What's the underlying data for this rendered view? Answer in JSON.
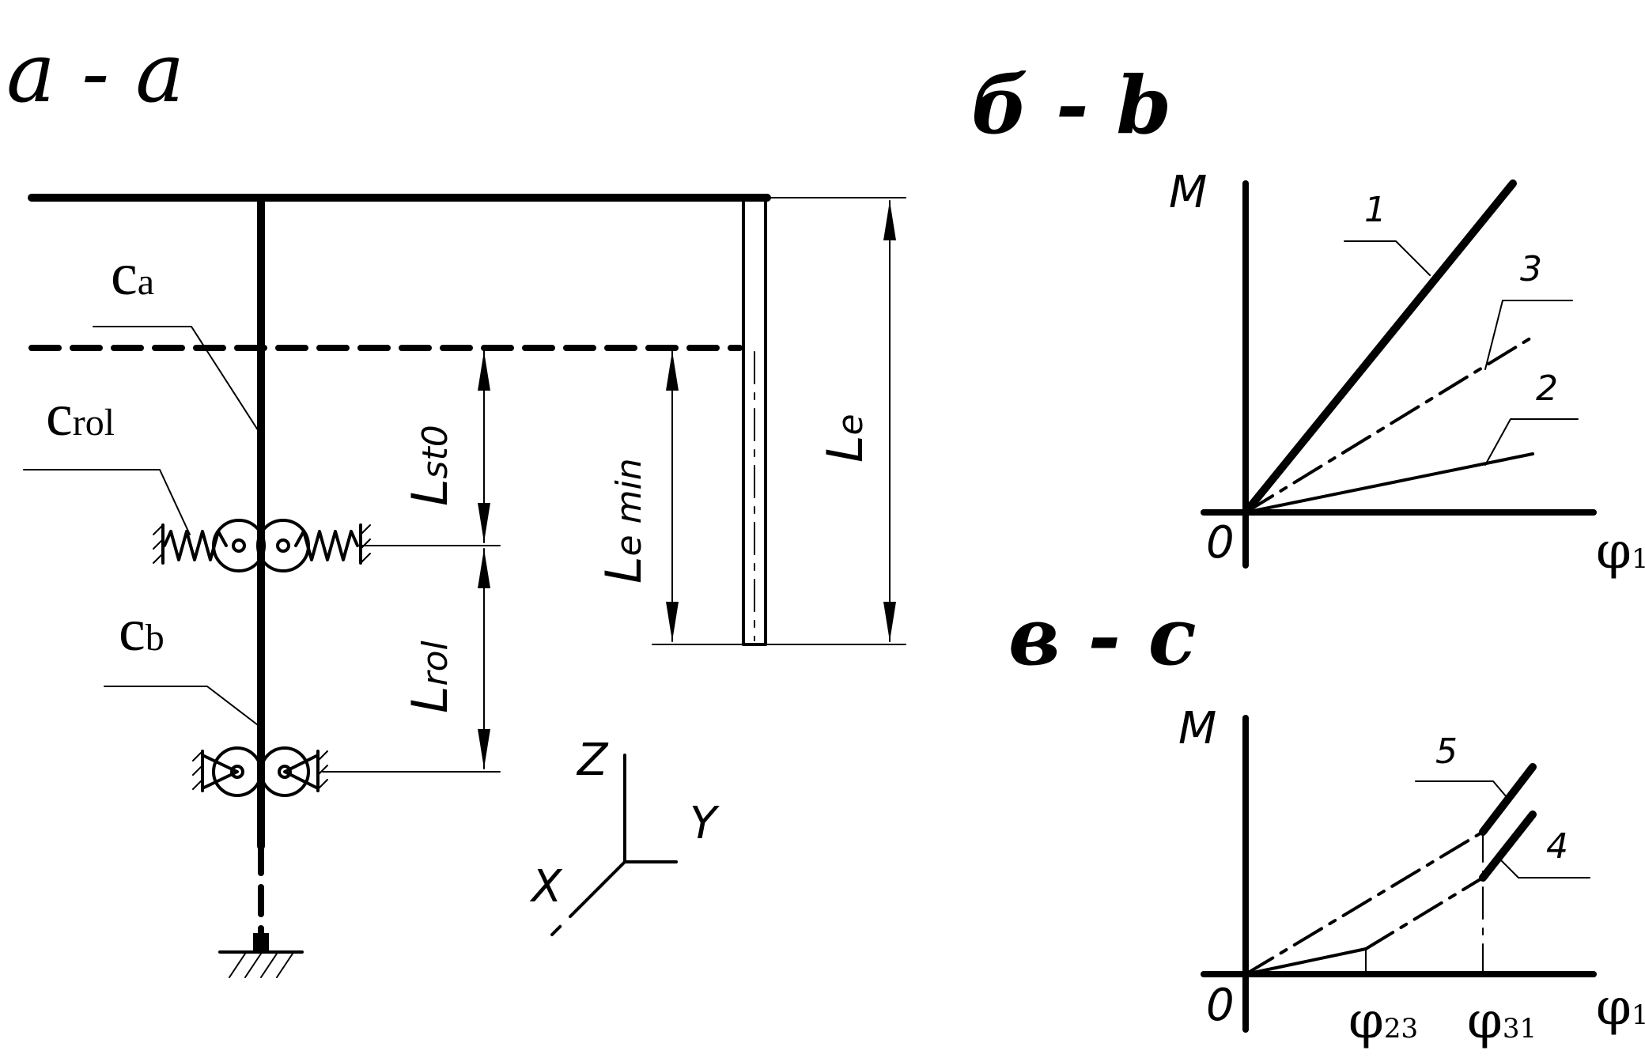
{
  "panels": {
    "a": {
      "title": "а - a"
    },
    "b": {
      "title": "б - b"
    },
    "c": {
      "title": "в - c"
    }
  },
  "labels": {
    "c_a": {
      "main": "c",
      "sub": "a"
    },
    "c_rol": {
      "main": "c",
      "sub": "rol"
    },
    "c_b": {
      "main": "c",
      "sub": "b"
    },
    "l_st0": {
      "main": "L",
      "sub": "st0"
    },
    "l_rol": {
      "main": "L",
      "sub": "rol"
    },
    "l_e_min": {
      "main": "L",
      "sub": "e min"
    },
    "l_e": {
      "main": "L",
      "sub": "e"
    }
  },
  "axes_triad": {
    "z": "Z",
    "y": "Y",
    "x": "X"
  },
  "plot_b": {
    "y_axis": "M",
    "x_axis": {
      "main": "φ",
      "sub": "1"
    },
    "origin": "0",
    "curves": [
      "1",
      "3",
      "2"
    ]
  },
  "plot_c": {
    "y_axis": "M",
    "x_axis": {
      "main": "φ",
      "sub": "1"
    },
    "origin": "0",
    "curves": [
      "5",
      "4"
    ],
    "x_ticks": [
      {
        "main": "φ",
        "sub": "23"
      },
      {
        "main": "φ",
        "sub": "31"
      }
    ]
  }
}
